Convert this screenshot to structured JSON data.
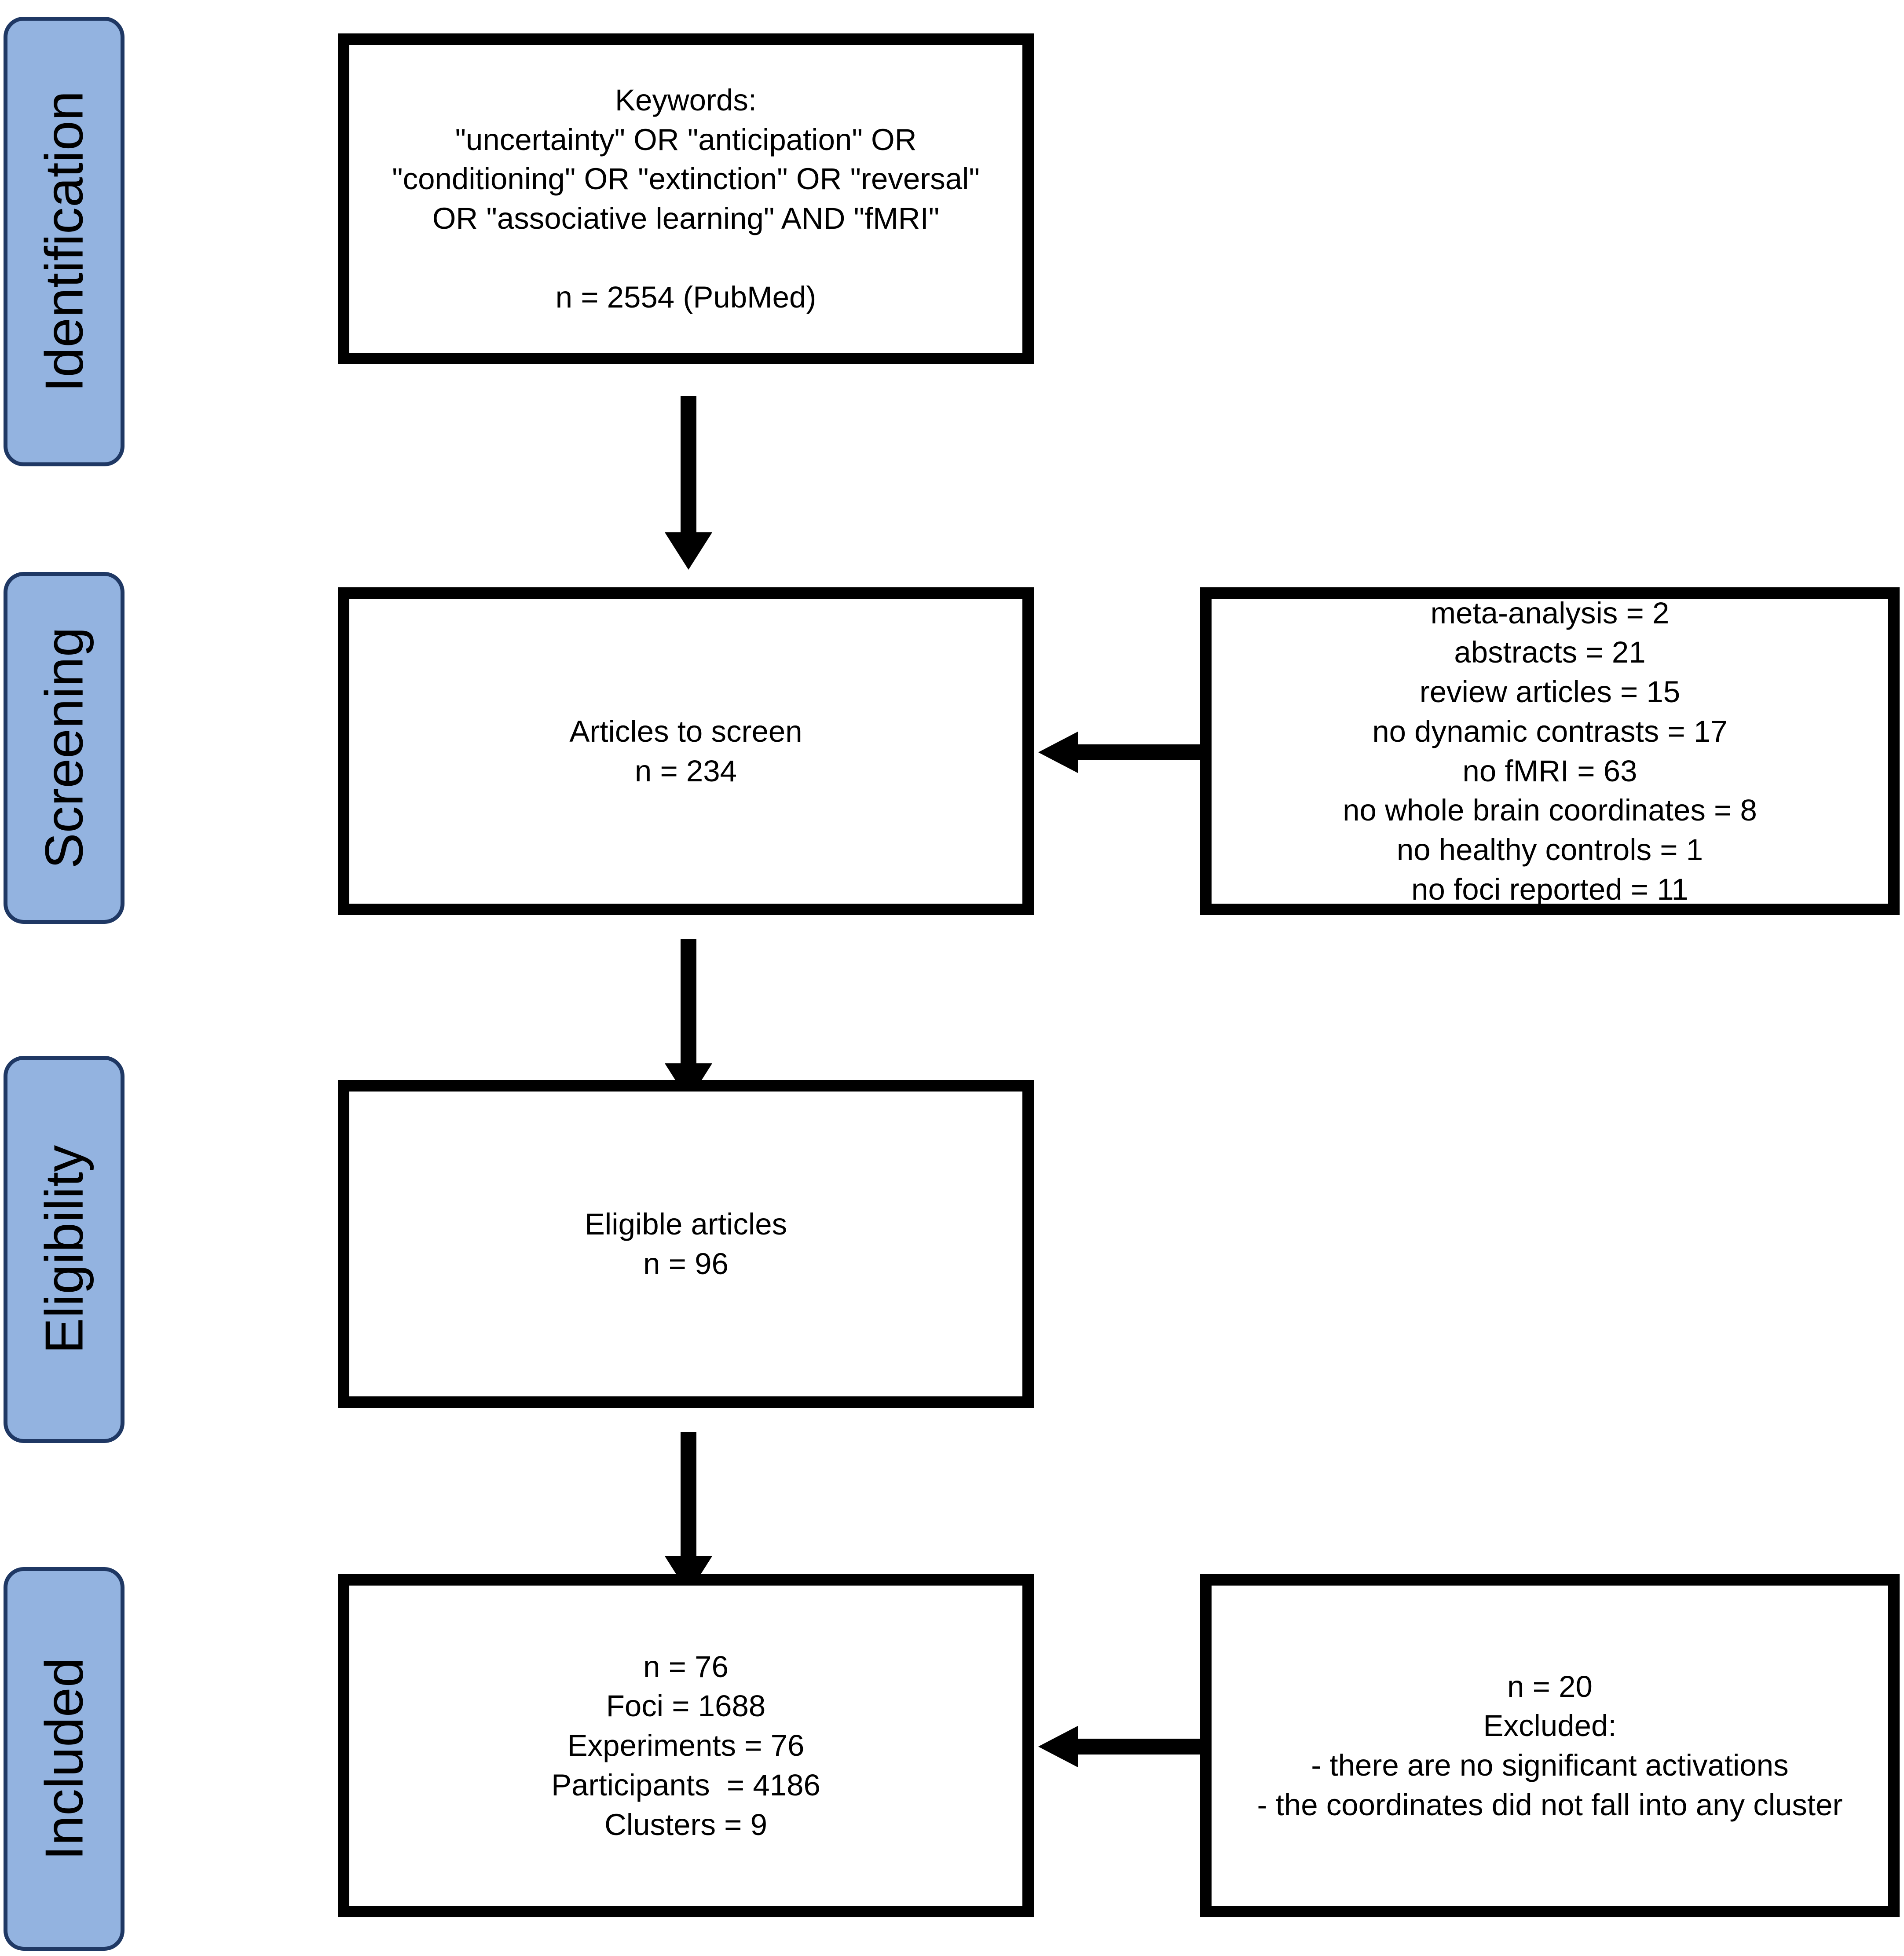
{
  "diagram": {
    "title": "PRISMA study selection flow diagram",
    "colors": {
      "tab_fill": "#93b3e0",
      "tab_border": "#1f3864",
      "box_border": "#000000",
      "box_fill": "#ffffff",
      "arrow": "#000000",
      "text": "#000000"
    },
    "stages": [
      {
        "label": "Identification"
      },
      {
        "label": "Screening"
      },
      {
        "label": "Eligibility"
      },
      {
        "label": "Included"
      }
    ],
    "boxes": {
      "identification": {
        "name": "identification-box",
        "lines": [
          "Keywords:",
          "\"uncertainty\" OR \"anticipation\" OR",
          "\"conditioning\" OR \"extinction\" OR \"reversal\"",
          "OR \"associative learning\" AND \"fMRI\"",
          "",
          "n = 2554 (PubMed)"
        ]
      },
      "screening": {
        "name": "articles-to-screen-box",
        "lines": [
          "Articles to screen",
          "n = 234"
        ]
      },
      "screening_excluded": {
        "name": "screening-exclusions-box",
        "lines": [
          "meta-analysis = 2",
          "abstracts = 21",
          "review articles = 15",
          "no dynamic contrasts = 17",
          "no fMRI = 63",
          "no whole brain coordinates = 8",
          "no healthy controls = 1",
          "no foci reported = 11"
        ]
      },
      "eligibility": {
        "name": "eligible-articles-box",
        "lines": [
          "Eligible articles",
          "n = 96"
        ]
      },
      "included": {
        "name": "included-results-box",
        "lines": [
          "n = 76",
          "Foci = 1688",
          "Experiments = 76",
          "Participants  = 4186",
          "Clusters = 9"
        ]
      },
      "included_excluded": {
        "name": "included-exclusions-box",
        "lines": [
          "n = 20",
          "Excluded:",
          "- there are no significant activations",
          "- the coordinates did not fall into any cluster"
        ]
      }
    },
    "arrows": [
      {
        "name": "arrow-identification-to-screening",
        "direction": "down"
      },
      {
        "name": "arrow-screening-exclusions-to-screening",
        "direction": "left"
      },
      {
        "name": "arrow-screening-to-eligibility",
        "direction": "down"
      },
      {
        "name": "arrow-eligibility-to-included",
        "direction": "down"
      },
      {
        "name": "arrow-included-exclusions-to-included",
        "direction": "left"
      }
    ]
  }
}
